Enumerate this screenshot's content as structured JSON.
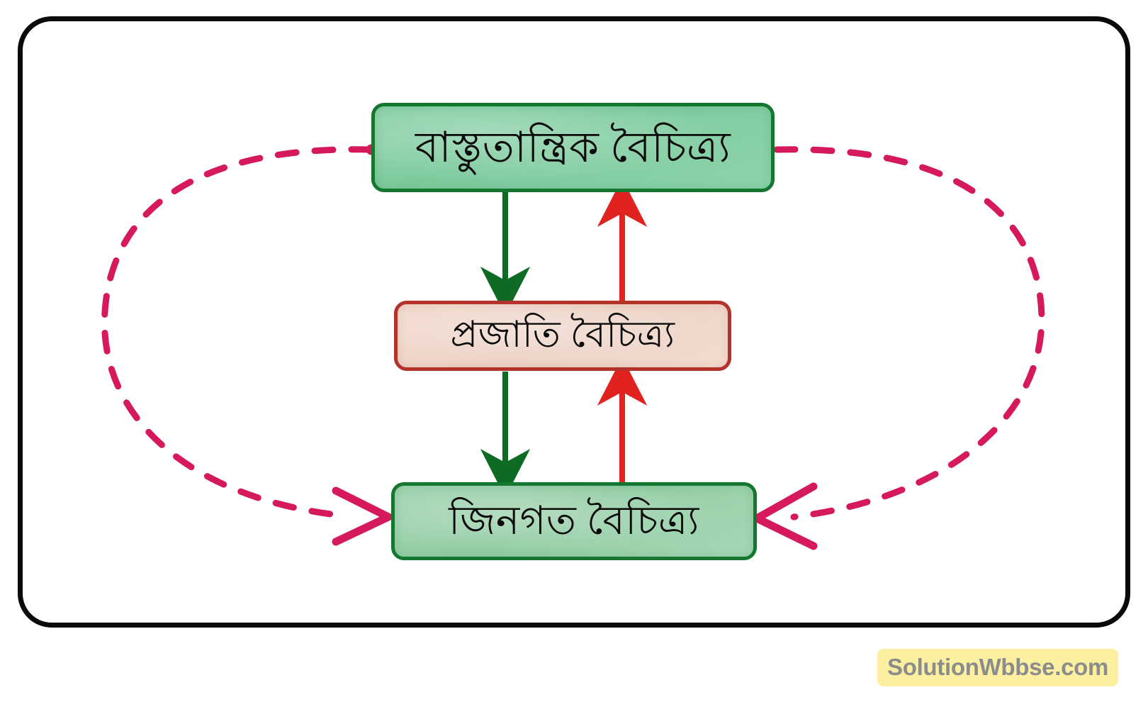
{
  "diagram": {
    "title": "Biodiversity levels diagram",
    "frame": {
      "border_color": "#0a0a0a"
    },
    "nodes": [
      {
        "id": "ecosystem",
        "label": "বাস্তুতান্ত্রিক বৈচিত্র্য",
        "fill_color": "#86cfa4",
        "border_color": "#14772f"
      },
      {
        "id": "species",
        "label": "প্রজাতি বৈচিত্র্য",
        "fill_color": "#f0d6c9",
        "border_color": "#b3322a"
      },
      {
        "id": "genetic",
        "label": "জিনগত বৈচিত্র্য",
        "fill_color": "#9ed3ae",
        "border_color": "#14772f"
      }
    ],
    "connectors": [
      {
        "id": "ecosystem-to-species",
        "from": "ecosystem",
        "to": "species",
        "style": "solid",
        "direction": "down",
        "color": "#0d6b24"
      },
      {
        "id": "species-to-genetic",
        "from": "species",
        "to": "genetic",
        "style": "solid",
        "direction": "down",
        "color": "#0d6b24"
      },
      {
        "id": "genetic-to-species",
        "from": "genetic",
        "to": "species",
        "style": "solid",
        "direction": "up",
        "color": "#e0231f"
      },
      {
        "id": "species-to-ecosystem",
        "from": "species",
        "to": "ecosystem",
        "style": "solid",
        "direction": "up",
        "color": "#e0231f"
      },
      {
        "id": "ecosystem-to-genetic-left-loop",
        "from": "ecosystem",
        "to": "genetic",
        "style": "dashed",
        "direction": "right",
        "color": "#d6185c"
      },
      {
        "id": "ecosystem-to-genetic-right-loop",
        "from": "ecosystem",
        "to": "genetic",
        "style": "dashed",
        "direction": "left",
        "color": "#d6185c"
      }
    ]
  },
  "watermark": {
    "text": "SolutionWbbse.com",
    "background_color": "#fbf0a0",
    "text_color": "#8c8c8c"
  }
}
